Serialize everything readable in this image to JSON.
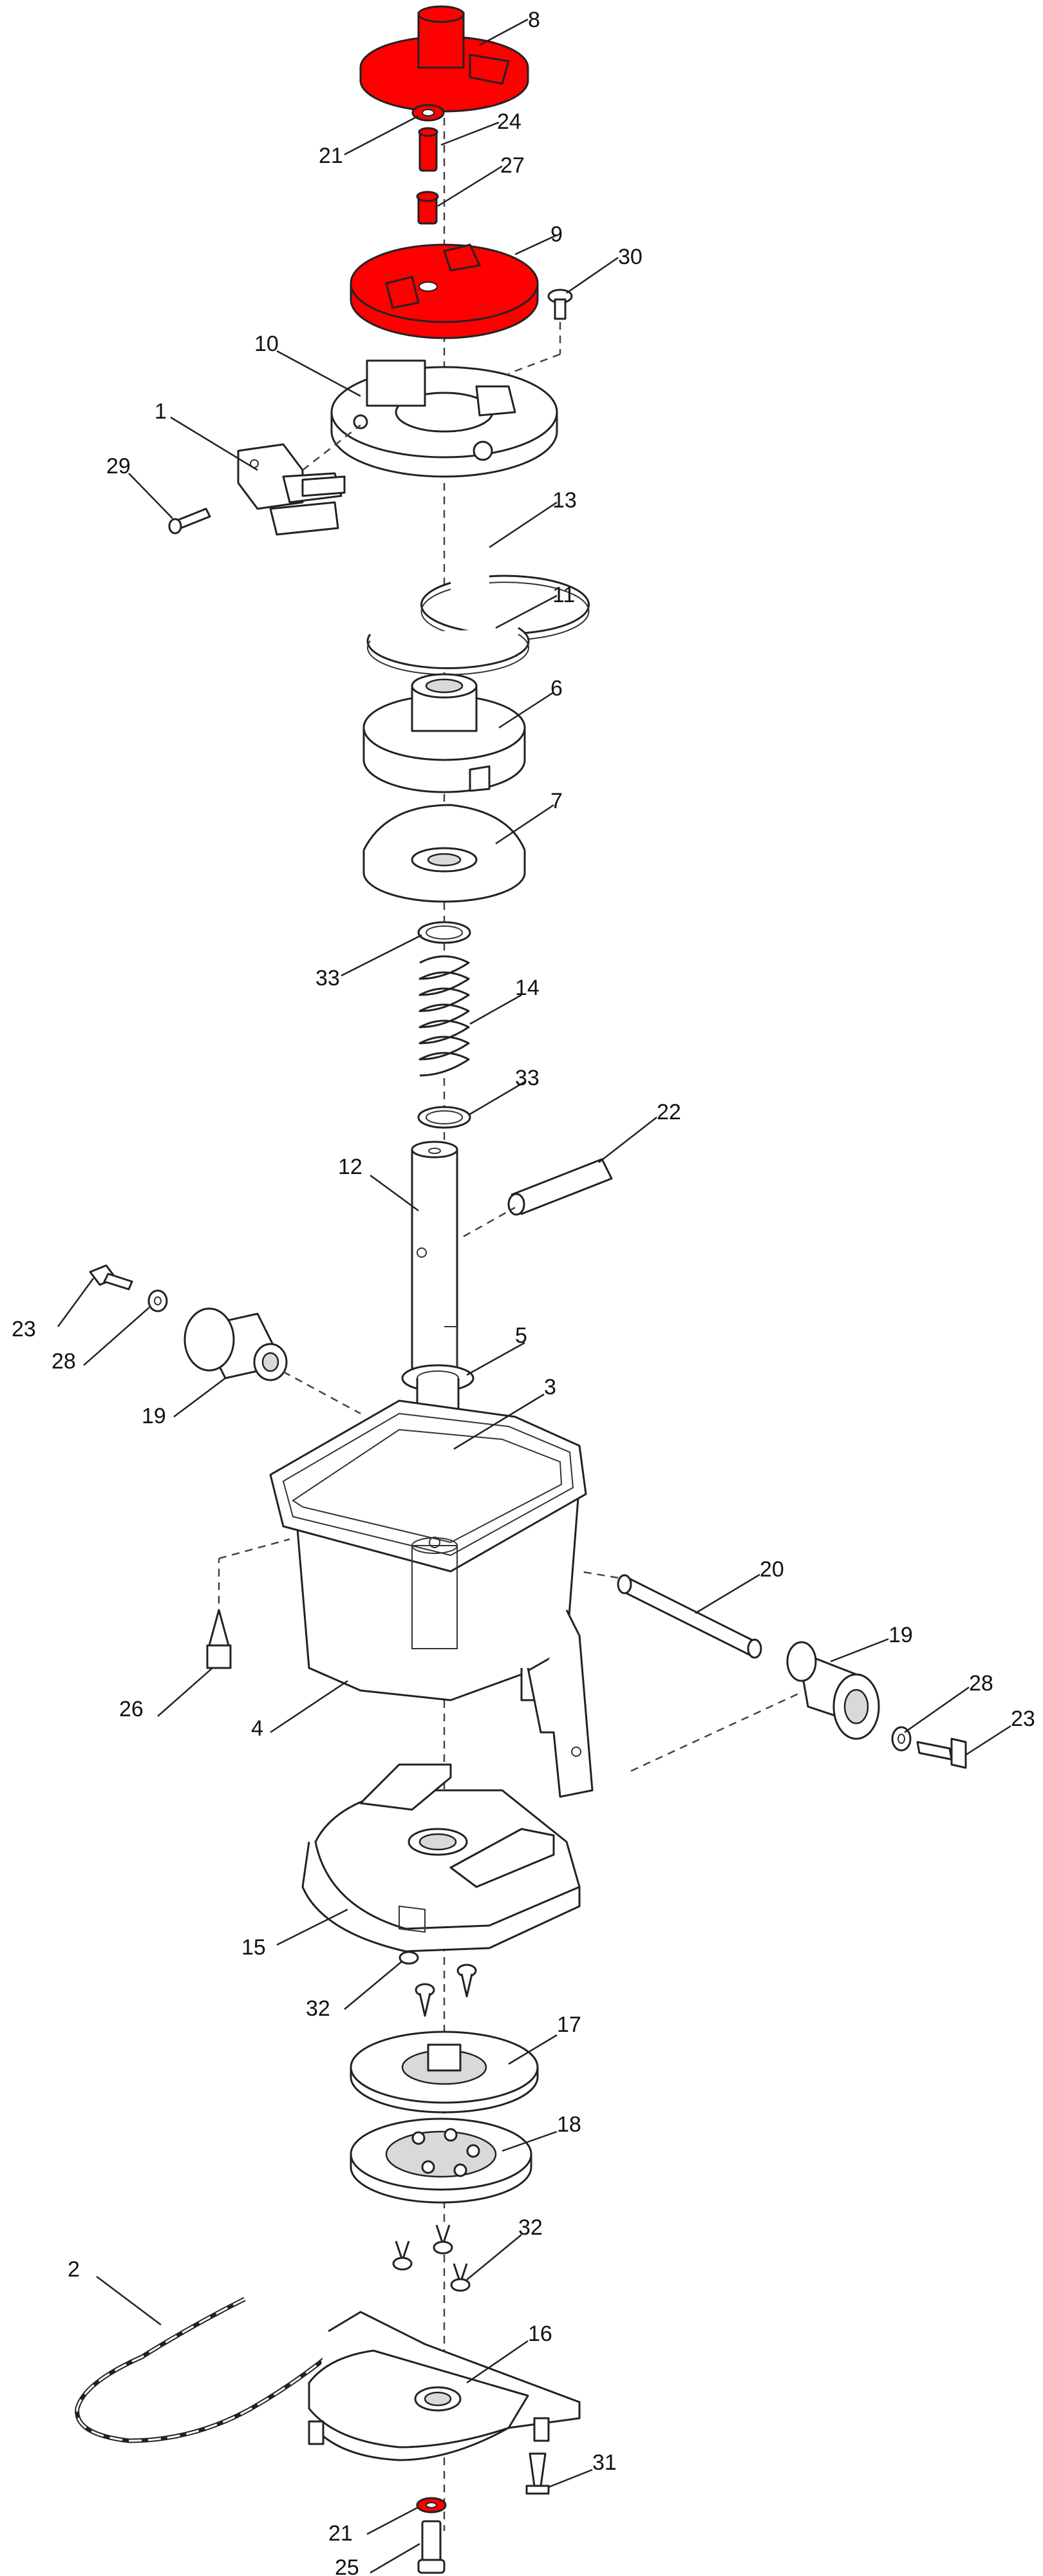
{
  "colors": {
    "highlight": "#ff0000",
    "line": "#222222",
    "background": "#ffffff"
  },
  "labels": {
    "p8": "8",
    "p21a": "21",
    "p24": "24",
    "p27": "27",
    "p9": "9",
    "p30": "30",
    "p10": "10",
    "p1": "1",
    "p29": "29",
    "p13": "13",
    "p11": "11",
    "p6": "6",
    "p7": "7",
    "p33a": "33",
    "p14": "14",
    "p33b": "33",
    "p22": "22",
    "p12": "12",
    "p23a": "23",
    "p28a": "28",
    "p19a": "19",
    "p5": "5",
    "p3": "3",
    "p20": "20",
    "p26": "26",
    "p4": "4",
    "p19b": "19",
    "p28b": "28",
    "p23b": "23",
    "p15": "15",
    "p32a": "32",
    "p17": "17",
    "p18": "18",
    "p2": "2",
    "p32b": "32",
    "p16": "16",
    "p31": "31",
    "p21b": "21",
    "p25": "25"
  }
}
